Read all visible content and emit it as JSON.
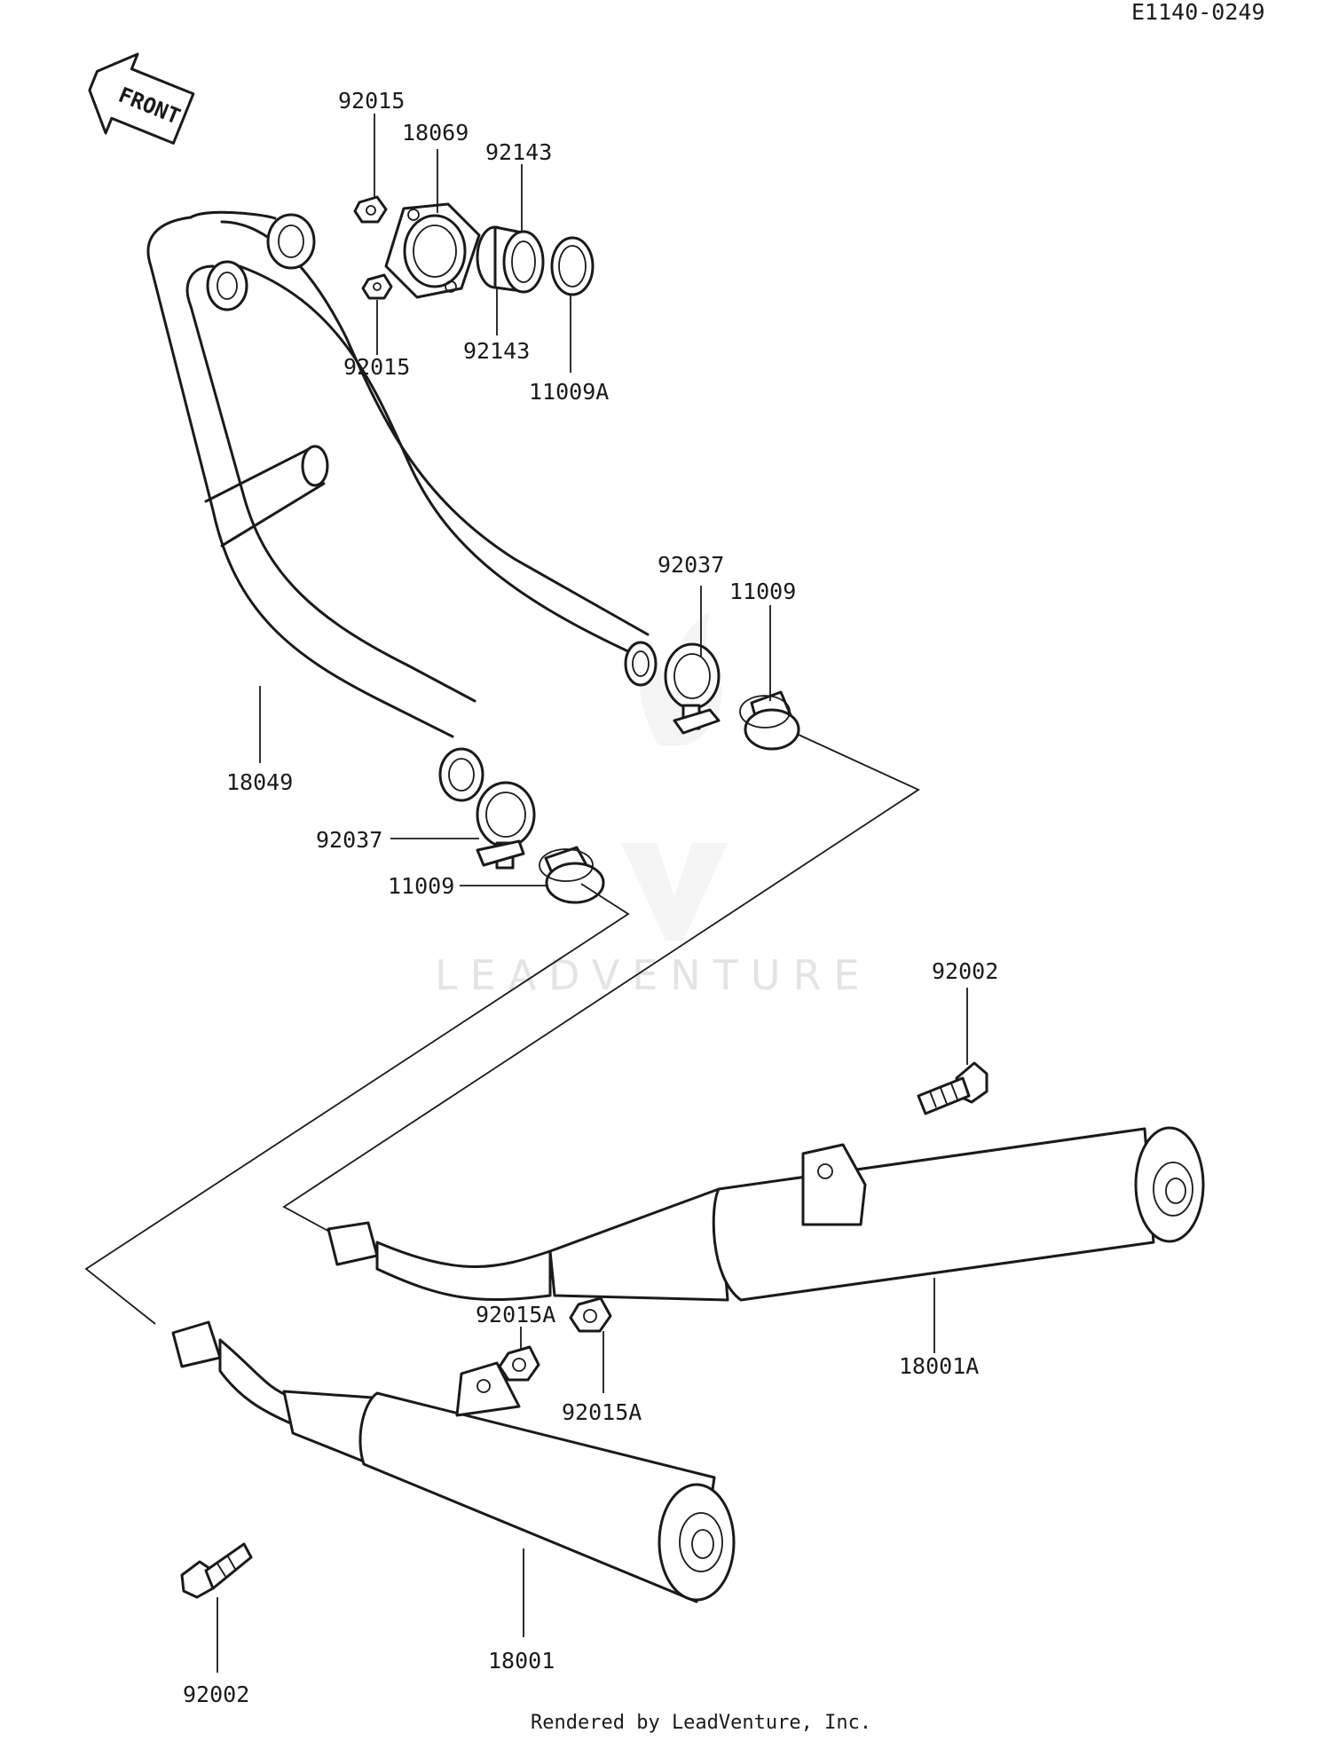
{
  "diagram_code": "E1140-0249",
  "front_arrow_label": "FRONT",
  "watermark": "LEADVENTURE",
  "credit": "Rendered by LeadVenture, Inc.",
  "callouts": {
    "nut_upper": "92015",
    "holder": "18069",
    "collar_upper": "92143",
    "collar_lower": "92143",
    "nut_lower": "92015",
    "gasket_upper": "11009A",
    "clamp_right": "92037",
    "gasket_right": "11009",
    "exhaust_pipe": "18049",
    "clamp_left": "92037",
    "gasket_left": "11009",
    "bolt_right": "92002",
    "nut_a_left": "92015A",
    "nut_a_right": "92015A",
    "muffler_right": "18001A",
    "muffler_left": "18001",
    "bolt_left": "92002"
  }
}
